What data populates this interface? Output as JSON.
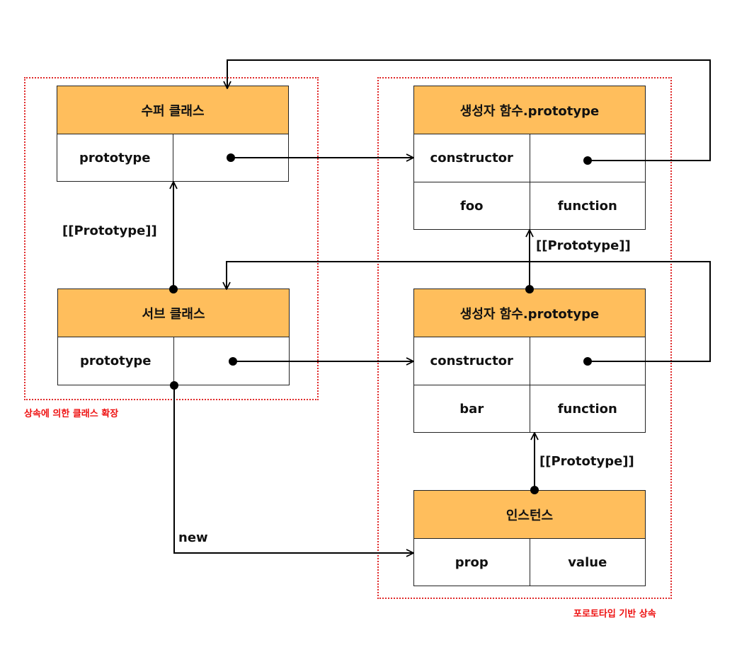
{
  "groups": {
    "class_extension_label": "상속에 의한 클래스 확장",
    "prototype_inheritance_label": "포로토타입 기반 상속"
  },
  "super_class": {
    "title": "수퍼 클래스",
    "row1": {
      "key": "prototype",
      "value": ""
    }
  },
  "sub_class": {
    "title": "서브 클래스",
    "row1": {
      "key": "prototype",
      "value": ""
    }
  },
  "super_proto": {
    "title": "생성자 함수.prototype",
    "row1": {
      "key": "constructor",
      "value": ""
    },
    "row2": {
      "key": "foo",
      "value": "function"
    }
  },
  "sub_proto": {
    "title": "생성자 함수.prototype",
    "row1": {
      "key": "constructor",
      "value": ""
    },
    "row2": {
      "key": "bar",
      "value": "function"
    }
  },
  "instance": {
    "title": "인스턴스",
    "row1": {
      "key": "prop",
      "value": "value"
    }
  },
  "edge_labels": {
    "sub_to_super": "[[Prototype]]",
    "subproto_to_superproto": "[[Prototype]]",
    "instance_to_subproto": "[[Prototype]]",
    "new": "new"
  },
  "colors": {
    "header_fill": "#ffbe5c",
    "group_border": "#e02a2a"
  }
}
